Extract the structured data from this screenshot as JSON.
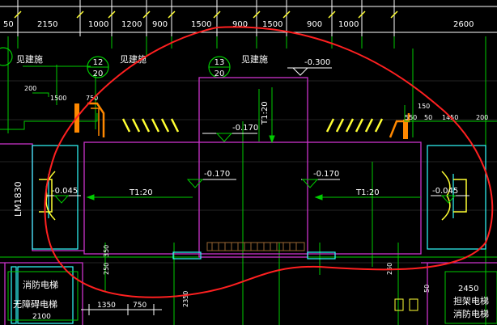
{
  "top_dimensions": [
    "2150",
    "1000",
    "1200",
    "900",
    "1500",
    "900",
    "1500",
    "900",
    "1000",
    "2600"
  ],
  "top_left_fragment": "50",
  "refs": {
    "left": "见建施",
    "mid": "见建施",
    "right": "见建施"
  },
  "details": [
    {
      "top": "12",
      "bottom": "20"
    },
    {
      "top": "13",
      "bottom": "20"
    }
  ],
  "elevations": {
    "top": "-0.300",
    "mid": "-0.170",
    "ramp_left": "-0.170",
    "ramp_right": "-0.170",
    "door_left": "-0.045",
    "door_right": "-0.045"
  },
  "slopes": {
    "vertical": "T1:20",
    "left": "T1:20",
    "right": "T1:20"
  },
  "small_dims": {
    "d200": "200",
    "d1500": "1500",
    "d750_top": "750",
    "d150": "150",
    "d550": "550",
    "d50": "50",
    "d1450": "1450",
    "d200_right": "200",
    "d350": "350",
    "d250_left": "250",
    "d250_right": "250",
    "d1350": "1350",
    "d750_bottom": "750",
    "d2350": "2350",
    "d2100": "2100",
    "d2450": "2450",
    "d50_right": "50"
  },
  "door_code": "LM1830",
  "rooms": {
    "left_line1": "消防电梯",
    "left_line2": "无障碍电梯",
    "right_line1": "担架电梯",
    "right_line2": "消防电梯"
  },
  "colors": {
    "background": "#000000",
    "dimension": "#ffffff",
    "wall": "#cc33cc",
    "axis": "#00cc00",
    "cyan": "#33ffff",
    "yellow": "#ffff33",
    "orange": "#ff8800",
    "markup_circle": "#ff2020",
    "grid": "#2a2a2a"
  }
}
